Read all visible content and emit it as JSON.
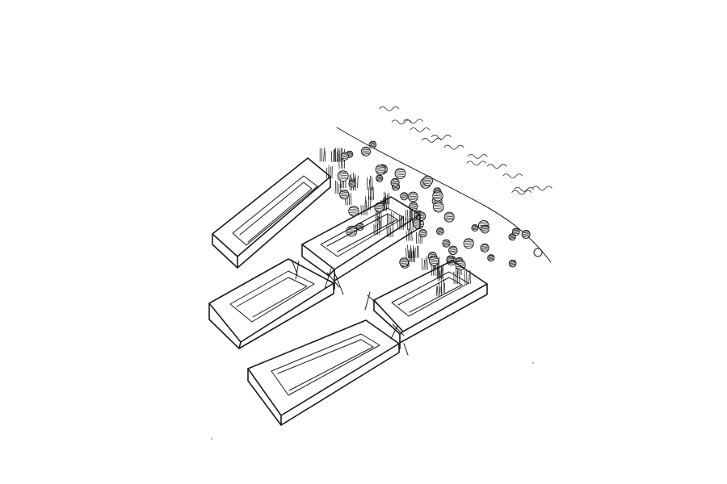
{
  "image": {
    "background_color": "#ffffff",
    "ink_color": "#1a1a1a",
    "style": "black ink hand sketch"
  },
  "shapes": [
    {
      "name": "block-1",
      "type": "hollow rectangular frame"
    },
    {
      "name": "block-2",
      "type": "hollow rectangular frame"
    },
    {
      "name": "block-3",
      "type": "hollow rectangular frame"
    },
    {
      "name": "block-4",
      "type": "hollow rectangular frame"
    },
    {
      "name": "block-5",
      "type": "hollow rectangular frame"
    }
  ],
  "vegetation": {
    "tree_count_estimate": 60,
    "grass_tuft_count_estimate": 45,
    "water_wave_count_estimate": 14
  }
}
